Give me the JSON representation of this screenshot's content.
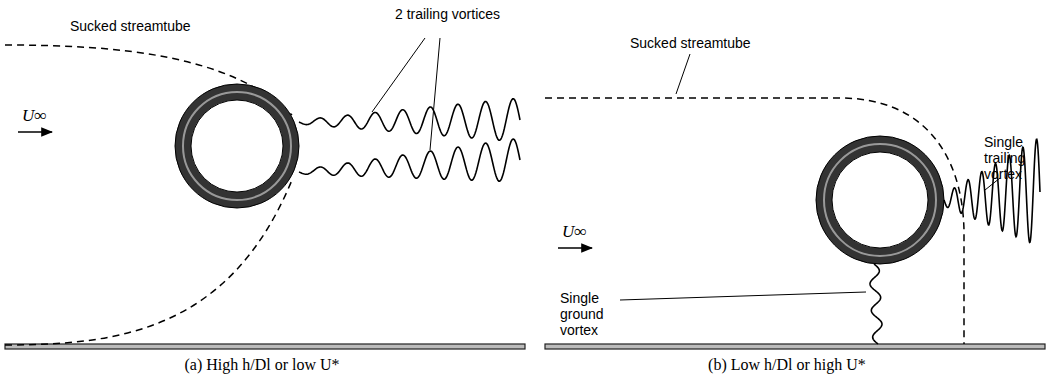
{
  "diagram": {
    "labels": [
      "Sucked streamtube",
      "2 trailing vortices",
      "U∞",
      "Sucked streamtube",
      "Single trailing vortex",
      "U∞",
      "Single ground vortex",
      "(a) High h/Dl or low U*",
      "(b) Low h/Dl or high U*"
    ]
  }
}
